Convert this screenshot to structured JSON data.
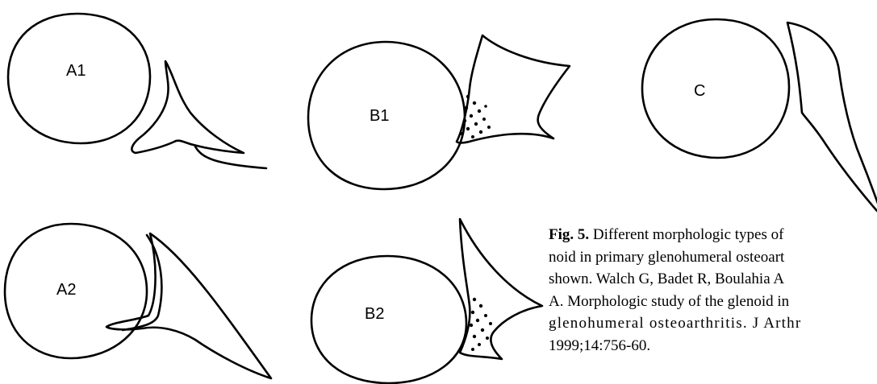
{
  "panels": {
    "a1": {
      "label": "A1"
    },
    "a2": {
      "label": "A2"
    },
    "b1": {
      "label": "B1"
    },
    "b2": {
      "label": "B2"
    },
    "c": {
      "label": "C"
    }
  },
  "caption": {
    "fig_label": "Fig. 5.",
    "lines": [
      " Different morphologic types of",
      "noid in primary glenohumeral osteoart",
      "shown. Walch G, Badet R, Boulahia A",
      "A. Morphologic study of the glenoid in",
      "glenohumeral osteoarthritis. J Arthr",
      "1999;14:756-60."
    ]
  }
}
